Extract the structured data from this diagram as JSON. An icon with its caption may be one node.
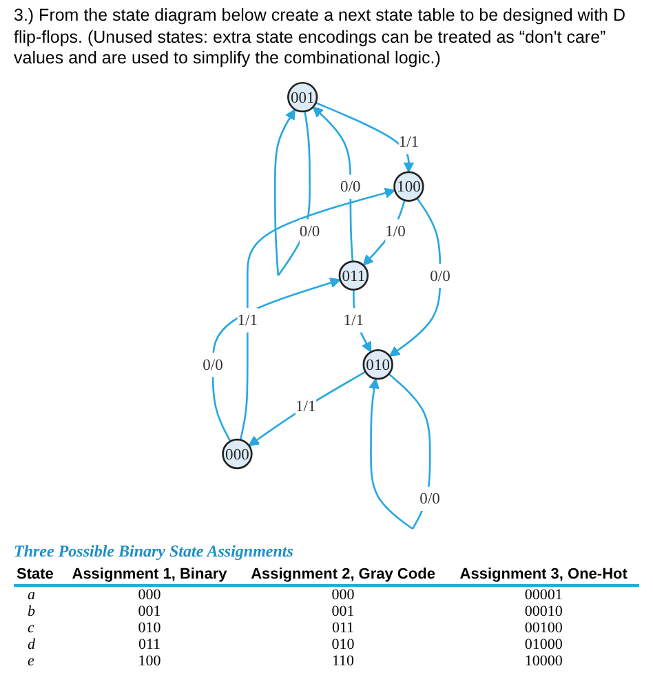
{
  "diagram": {
    "title": "3.) From the state diagram below create a next state table to be designed with D flip-flops. (Unused states: extra state encodings can be treated as “don't care” values and are used to simplify the combinational logic.)",
    "nodes": [
      {
        "text": [
          "001"
        ]
      },
      {
        "text": [
          "100"
        ]
      },
      {
        "text": [
          "011"
        ]
      },
      {
        "text": [
          "010"
        ]
      },
      {
        "text": [
          "000"
        ]
      }
    ],
    "edges": [
      {
        "from": 0,
        "to": 0,
        "arrow": "to",
        "label": "0/0"
      },
      {
        "from": 0,
        "to": 1,
        "arrow": "to",
        "label": "1/1"
      },
      {
        "from": 2,
        "to": 0,
        "arrow": "to",
        "label": "0/0"
      },
      {
        "from": 1,
        "to": 2,
        "arrow": "to",
        "label": "1/0"
      },
      {
        "from": 1,
        "to": 3,
        "arrow": "to",
        "label": "0/0"
      },
      {
        "from": 3,
        "to": 3,
        "arrow": "to",
        "label": "0/0"
      },
      {
        "from": 2,
        "to": 3,
        "arrow": "to",
        "label": "1/1"
      },
      {
        "from": 3,
        "to": 4,
        "arrow": "to",
        "label": "1/1"
      },
      {
        "from": 4,
        "to": 1,
        "arrow": "to",
        "label": "1/1"
      },
      {
        "from": 4,
        "to": 2,
        "arrow": "to",
        "label": "0/0"
      }
    ],
    "labels": [
      "Three Possible Binary State Assignments",
      "State",
      "Assignment 1, Binary",
      "Assignment 2, Gray Code",
      "Assignment 3, One-Hot",
      "a",
      "000",
      "000",
      "00001",
      "b",
      "001",
      "001",
      "00010",
      "c",
      "010",
      "011",
      "00100",
      "d",
      "011",
      "010",
      "01000",
      "e",
      "100",
      "110",
      "10000"
    ]
  }
}
